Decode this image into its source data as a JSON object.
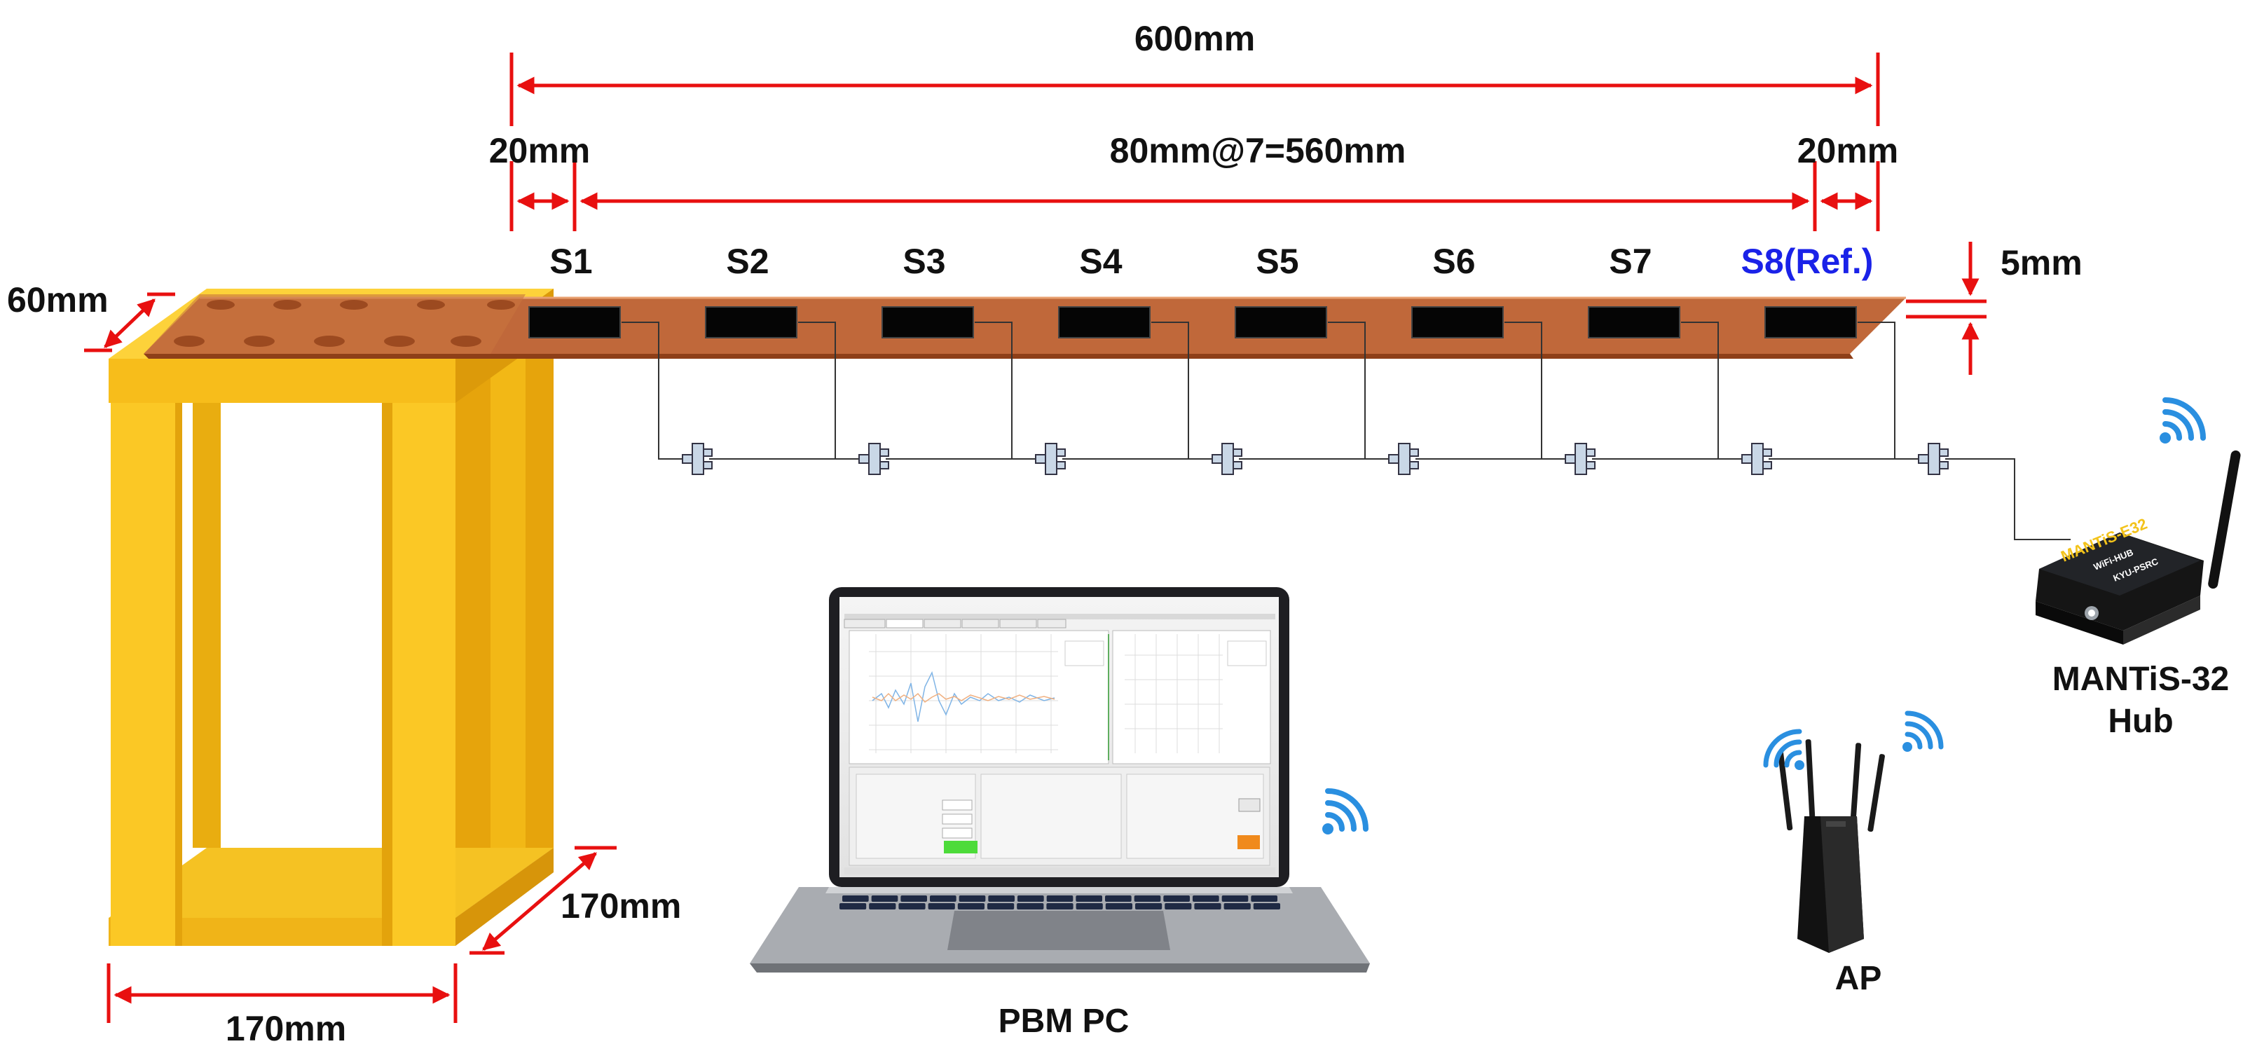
{
  "dimensions": {
    "total_length": "600mm",
    "end_gap_left": "20mm",
    "spacing": "80mm@7=560mm",
    "end_gap_right": "20mm",
    "thickness": "5mm",
    "width": "60mm",
    "support_depth": "170mm",
    "support_width": "170mm"
  },
  "sensors": [
    {
      "label": "S1",
      "is_reference": false
    },
    {
      "label": "S2",
      "is_reference": false
    },
    {
      "label": "S3",
      "is_reference": false
    },
    {
      "label": "S4",
      "is_reference": false
    },
    {
      "label": "S5",
      "is_reference": false
    },
    {
      "label": "S6",
      "is_reference": false
    },
    {
      "label": "S7",
      "is_reference": false
    },
    {
      "label": "S8(Ref.)",
      "is_reference": true
    }
  ],
  "devices": {
    "pc_label": "PBM PC",
    "ap_label": "AP",
    "hub_label_line1": "MANTiS-32",
    "hub_label_line2": "Hub",
    "hub_body_title": "MANTiS-E32",
    "hub_body_sub1": "WiFi-HUB",
    "hub_body_sub2": "KYU-PSRC"
  },
  "colors": {
    "dimension_line": "#e81010",
    "beam": "#b35a2a",
    "beam_top": "#c0683a",
    "support": "#f8c21c",
    "support_dark": "#e0a50e",
    "reference_text": "#1a22e8",
    "wifi": "#2a8fe0",
    "sensor": "#050505"
  },
  "icons": [
    "wifi-icon",
    "laptop-icon",
    "access-point-icon",
    "hub-icon",
    "connector-icon"
  ]
}
